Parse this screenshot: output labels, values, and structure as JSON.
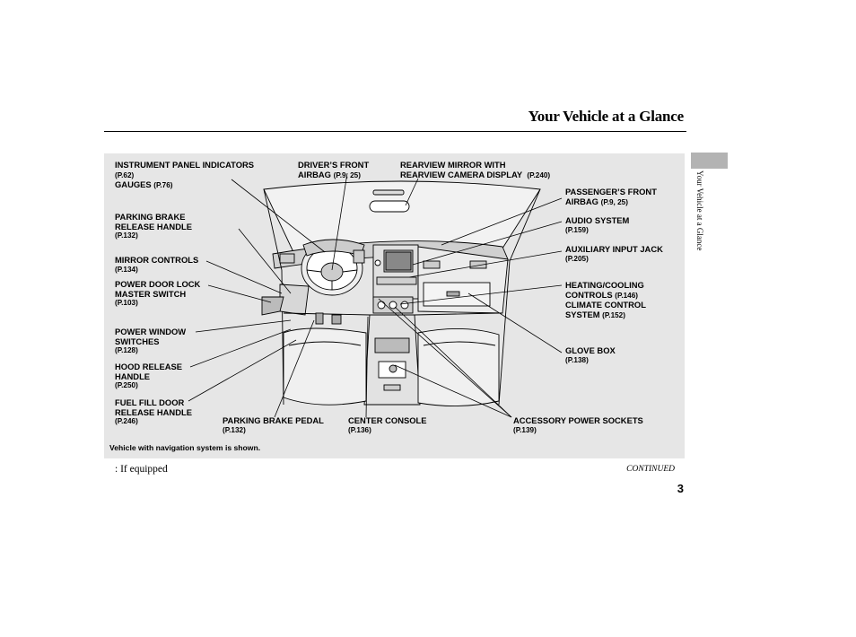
{
  "header": {
    "title": "Your Vehicle at a Glance"
  },
  "side_tab": {
    "label": "Your Vehicle at a Glance"
  },
  "labels": {
    "instrument": {
      "line1": "INSTRUMENT PANEL INDICATORS",
      "ref1": "(P.62)",
      "line2": "GAUGES",
      "ref2": "(P.76)"
    },
    "drivers_airbag": {
      "line1": "DRIVER’S FRONT",
      "line2": "AIRBAG",
      "ref": "(P.9, 25)"
    },
    "rearview_mirror": {
      "line1": "REARVIEW MIRROR WITH",
      "line2": "REARVIEW CAMERA DISPLAY",
      "ref": "(P.240)"
    },
    "parking_brake_release": {
      "line1": "PARKING BRAKE",
      "line2": "RELEASE HANDLE",
      "ref": "(P.132)"
    },
    "mirror_controls": {
      "line1": "MIRROR CONTROLS",
      "ref": "(P.134)"
    },
    "power_door_lock": {
      "line1": "POWER DOOR LOCK",
      "line2": "MASTER SWITCH",
      "ref": "(P.103)"
    },
    "power_window": {
      "line1": "POWER WINDOW",
      "line2": "SWITCHES",
      "ref": "(P.128)"
    },
    "hood_release": {
      "line1": "HOOD RELEASE",
      "line2": "HANDLE",
      "ref": "(P.250)"
    },
    "fuel_fill": {
      "line1": "FUEL FILL DOOR",
      "line2": "RELEASE HANDLE",
      "ref": "(P.246)"
    },
    "parking_brake_pedal": {
      "line1": "PARKING BRAKE PEDAL",
      "ref": "(P.132)"
    },
    "center_console": {
      "line1": "CENTER CONSOLE",
      "ref": "(P.136)"
    },
    "accessory_sockets": {
      "line1": "ACCESSORY POWER SOCKETS",
      "ref": "(P.139)"
    },
    "passengers_airbag": {
      "line1": "PASSENGER’S FRONT",
      "line2": "AIRBAG",
      "ref": "(P.9, 25)"
    },
    "audio_system": {
      "line1": "AUDIO SYSTEM",
      "ref": "(P.159)"
    },
    "aux_jack": {
      "line1": "AUXILIARY INPUT JACK",
      "ref": "(P.205)"
    },
    "heating": {
      "line1": "HEATING/COOLING",
      "line2": "CONTROLS",
      "ref1": "(P.146)",
      "line3": "CLIMATE CONTROL",
      "line4": "SYSTEM",
      "ref2": "(P.152)"
    },
    "glove_box": {
      "line1": "GLOVE BOX",
      "ref": "(P.138)"
    }
  },
  "panel_footnote": "Vehicle with navigation system is shown.",
  "footer": {
    "if_equipped": ": If equipped",
    "continued": "CONTINUED",
    "page_number": "3"
  }
}
